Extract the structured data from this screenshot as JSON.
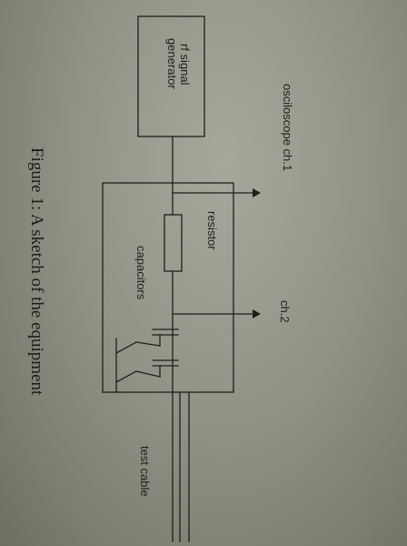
{
  "labels": {
    "rf_signal": "rf signal",
    "generator": "generator",
    "oscilloscope_ch1": "osciloscope  ch.1",
    "resistor": "resistor",
    "capacitors": "capacitors",
    "ch2": "ch.2",
    "test_cable": "test cable"
  },
  "caption": "Figure 1: A sketch of the equipment",
  "colors": {
    "ink": "#1e1f1b",
    "paper": "#9a9b8e"
  }
}
